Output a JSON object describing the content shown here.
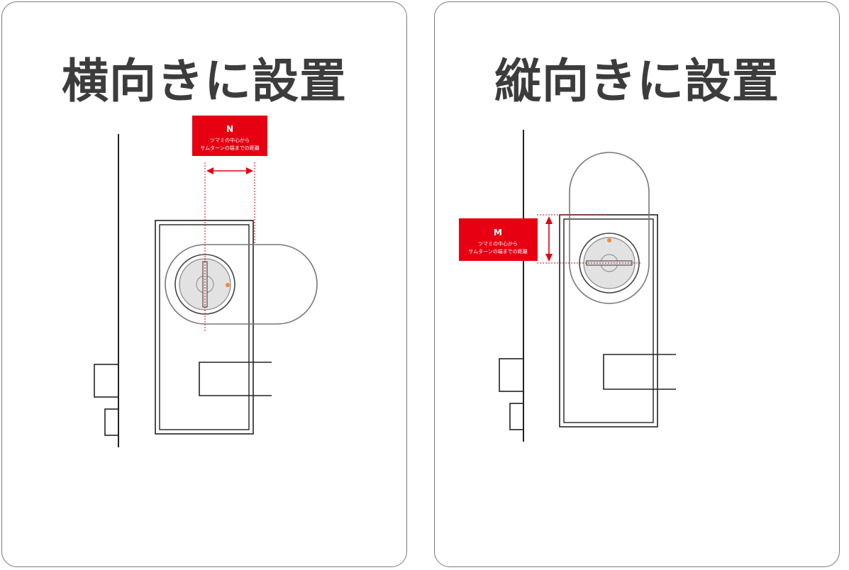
{
  "left_panel": {
    "title": "横向きに設置",
    "label": {
      "letter": "N",
      "line1": "ツマミの中心から",
      "line2": "サムターンの端までの距離"
    }
  },
  "right_panel": {
    "title": "縦向きに設置",
    "label": {
      "letter": "M",
      "line1": "ツマミの中心から",
      "line2": "サムターンの端までの距離"
    }
  },
  "colors": {
    "accent": "#e60012",
    "outline": "#222222",
    "title": "#3c3c3c",
    "device": "#777777",
    "knob_fill": "#e2e2e2",
    "marker": "#f08a3c"
  }
}
